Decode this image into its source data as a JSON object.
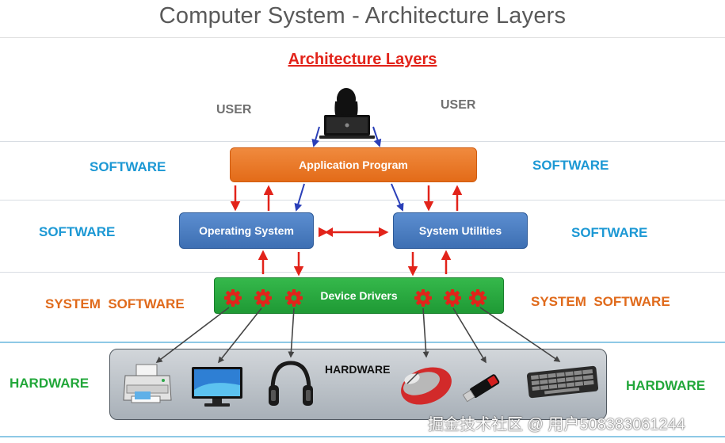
{
  "header": {
    "title": "Computer System - Architecture Layers",
    "subtitle": "Architecture Layers"
  },
  "side_labels": {
    "user_left": "USER",
    "user_right": "USER",
    "software_1_left": "SOFTWARE",
    "software_1_right": "SOFTWARE",
    "software_2_left": "SOFTWARE",
    "software_2_right": "SOFTWARE",
    "system_software_left": "SYSTEM  SOFTWARE",
    "system_software_right": "SYSTEM  SOFTWARE",
    "hardware_left": "HARDWARE",
    "hardware_right": "HARDWARE"
  },
  "boxes": {
    "application_program": "Application Program",
    "operating_system": "Operating System",
    "system_utilities": "System Utilities",
    "device_drivers": "Device Drivers",
    "hardware": "HARDWARE"
  },
  "devices": [
    "printer-icon",
    "monitor-icon",
    "headphones-icon",
    "mouse-icon",
    "usb-drive-icon",
    "keyboard-icon"
  ],
  "watermark": "掘金技术社区 @ 用户508383061244",
  "colors": {
    "title": "#595959",
    "subtitle": "#e2231a",
    "user_label": "#707070",
    "software_label": "#1c98d4",
    "system_software_label": "#e06a1b",
    "hardware_label": "#22a73a",
    "application_box": "#e36b18",
    "os_box": "#3d6fb3",
    "driver_box": "#1f9a35",
    "gear": "#e2231a",
    "arrow_red": "#e2231a",
    "arrow_blue": "#2a3fb8"
  }
}
